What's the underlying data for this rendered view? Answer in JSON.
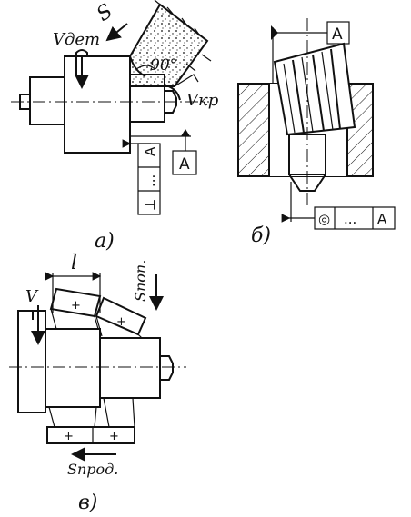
{
  "panel_a": {
    "caption": "а)",
    "s_label": "S",
    "v_det_label": "Vдет",
    "v_kr_label": "Vкр",
    "angle_label": "90°",
    "datum_letter": "A",
    "tolerance_frame": {
      "symbol": "⊥",
      "value": "...",
      "datum": "A"
    }
  },
  "panel_b": {
    "caption": "б)",
    "datum_letter": "A",
    "tolerance_frame": {
      "symbol": "◎",
      "value": "...",
      "datum": "A"
    }
  },
  "panel_v": {
    "caption": "в)",
    "l_label": "l",
    "v_label": "V",
    "s_pop_label": "Sпоп.",
    "s_prod_label": "Sпрод.",
    "wheel_mark": "+"
  }
}
